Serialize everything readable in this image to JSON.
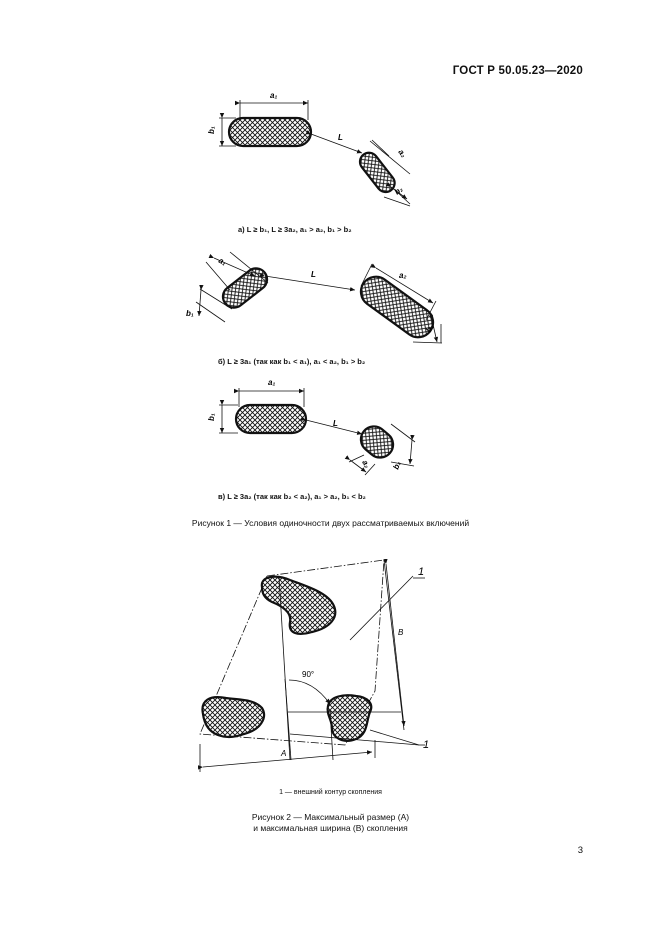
{
  "header": {
    "doc_code": "ГОСТ Р 50.05.23—2020"
  },
  "figure1": {
    "panel_a": {
      "caption": "а) L ≥ b₁, L ≥ 3a₂, a₁ > a₂, b₁ > b₂",
      "labels": {
        "a1": "a₁",
        "b1": "b₁",
        "L": "L",
        "a2": "a₂",
        "b2": "b₂"
      }
    },
    "panel_b": {
      "caption": "б) L ≥ 3a₁ (так как b₁ < a₁), a₁ < a₂, b₁ > b₂",
      "labels": {
        "a1": "a₁",
        "b1": "b₁",
        "L": "L",
        "a2": "a₂",
        "b2": "b₂"
      }
    },
    "panel_c": {
      "caption": "в) L ≥ 3a₂ (так как b₂ < a₂), a₁ > a₂, b₁ < b₂",
      "labels": {
        "a1": "a₁",
        "b1": "b₁",
        "L": "L",
        "a2": "a₂",
        "b2": "b₂"
      }
    },
    "title": "Рисунок 1 — Условия одиночности двух рассматриваемых включений"
  },
  "figure2": {
    "labels": {
      "callout_top": "1",
      "callout_bottom": "1",
      "B": "B",
      "A": "A",
      "angle": "90°"
    },
    "legend": "1 — внешний контур скопления",
    "title_line1": "Рисунок 2 — Максимальный размер (A)",
    "title_line2": "и максимальная ширина (B) скопления"
  },
  "footer": {
    "page_number": "3"
  }
}
